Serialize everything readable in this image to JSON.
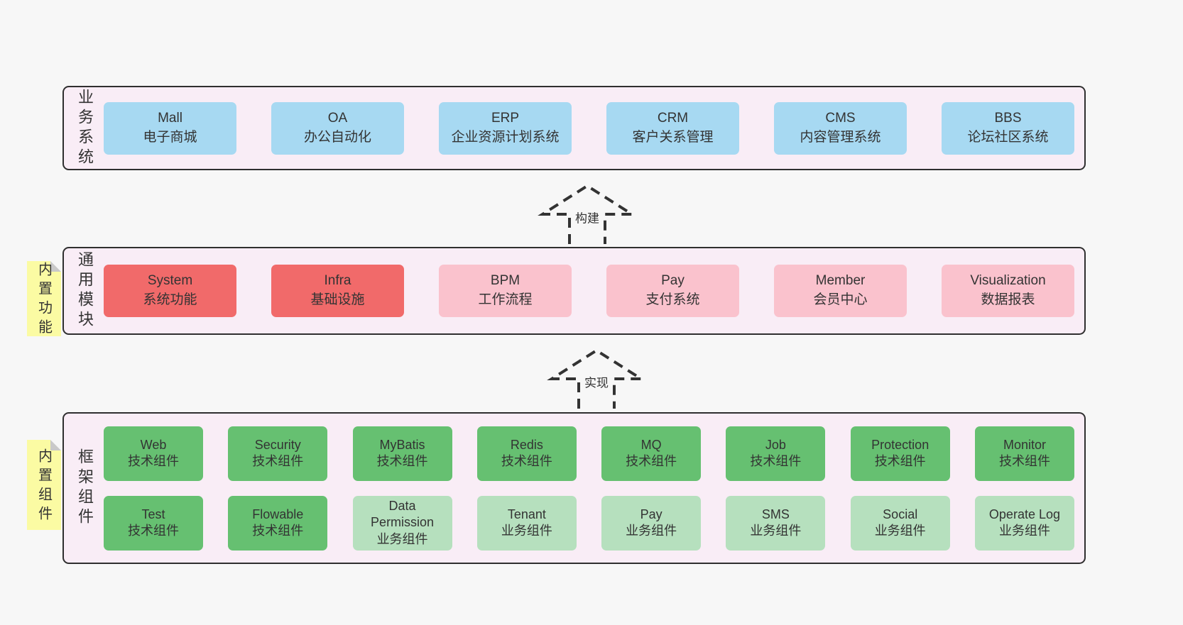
{
  "colors": {
    "page_bg": "#f7f7f7",
    "panel_bg": "#f9edf6",
    "panel_border": "#2f2f2f",
    "box_blue": "#a7d9f2",
    "box_red": "#f16a6a",
    "box_pink": "#fac2cd",
    "box_green": "#66c071",
    "box_light_green": "#b6e0be",
    "sticky_yellow": "#fbfba3",
    "fold_gray": "#c9c9c9",
    "text": "#333333"
  },
  "sections": {
    "business": {
      "label": "业务系统",
      "boxes": [
        {
          "en": "Mall",
          "zh": "电子商城"
        },
        {
          "en": "OA",
          "zh": "办公自动化"
        },
        {
          "en": "ERP",
          "zh": "企业资源计划系统"
        },
        {
          "en": "CRM",
          "zh": "客户关系管理"
        },
        {
          "en": "CMS",
          "zh": "内容管理系统"
        },
        {
          "en": "BBS",
          "zh": "论坛社区系统"
        }
      ]
    },
    "modules": {
      "label": "通用模块",
      "tag": "内置功能",
      "boxes": [
        {
          "en": "System",
          "zh": "系统功能"
        },
        {
          "en": "Infra",
          "zh": "基础设施"
        },
        {
          "en": "BPM",
          "zh": "工作流程"
        },
        {
          "en": "Pay",
          "zh": "支付系统"
        },
        {
          "en": "Member",
          "zh": "会员中心"
        },
        {
          "en": "Visualization",
          "zh": "数据报表"
        }
      ]
    },
    "framework": {
      "label": "框架组件",
      "tag": "内置组件",
      "row1": [
        {
          "en": "Web",
          "zh": "技术组件"
        },
        {
          "en": "Security",
          "zh": "技术组件"
        },
        {
          "en": "MyBatis",
          "zh": "技术组件"
        },
        {
          "en": "Redis",
          "zh": "技术组件"
        },
        {
          "en": "MQ",
          "zh": "技术组件"
        },
        {
          "en": "Job",
          "zh": "技术组件"
        },
        {
          "en": "Protection",
          "zh": "技术组件"
        },
        {
          "en": "Monitor",
          "zh": "技术组件"
        }
      ],
      "row2": [
        {
          "en": "Test",
          "zh": "技术组件"
        },
        {
          "en": "Flowable",
          "zh": "技术组件"
        },
        {
          "en": "Data Permission",
          "zh": "业务组件"
        },
        {
          "en": "Tenant",
          "zh": "业务组件"
        },
        {
          "en": "Pay",
          "zh": "业务组件"
        },
        {
          "en": "SMS",
          "zh": "业务组件"
        },
        {
          "en": "Social",
          "zh": "业务组件"
        },
        {
          "en": "Operate Log",
          "zh": "业务组件"
        }
      ]
    }
  },
  "arrows": [
    {
      "label": "构建"
    },
    {
      "label": "实现"
    }
  ]
}
